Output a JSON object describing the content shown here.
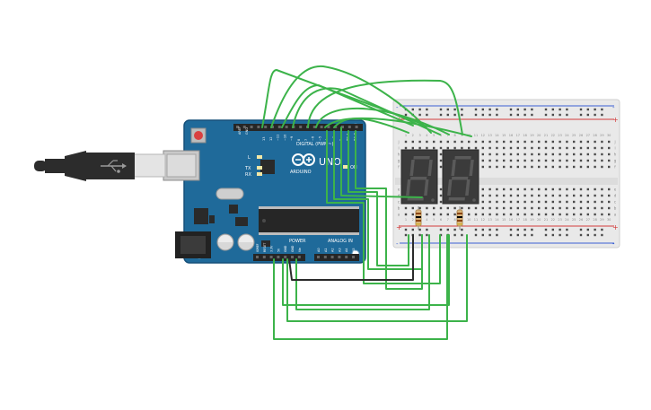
{
  "arduino": {
    "brand": "ARDUINO",
    "model": "UNO",
    "on_label": "ON",
    "digital_label": "DIGITAL (PWM~)",
    "analog_label": "ANALOG IN",
    "power_label": "POWER",
    "tx_label": "TX",
    "rx_label": "RX",
    "l_label": "L",
    "aref_label": "AREF",
    "gnd_label": "GND",
    "digital_pins": [
      "13",
      "12",
      "~11",
      "~10",
      "~9",
      "8",
      "7",
      "~6",
      "~5",
      "4",
      "~3",
      "2",
      "TX▸1",
      "RX◂0"
    ],
    "analog_pins": [
      "A0",
      "A1",
      "A2",
      "A3",
      "A4",
      "A5"
    ],
    "power_pins": [
      "IOREF",
      "RESET",
      "3.3V",
      "5V",
      "GND",
      "GND",
      "Vin"
    ]
  },
  "breadboard": {
    "columns": [
      "1",
      "2",
      "3",
      "4",
      "5",
      "6",
      "7",
      "8",
      "9",
      "10",
      "11",
      "12",
      "13",
      "14",
      "15",
      "16",
      "17",
      "18",
      "19",
      "20",
      "21",
      "22",
      "23",
      "24",
      "25",
      "26",
      "27",
      "28",
      "29",
      "30"
    ],
    "rows_top": [
      "j",
      "i",
      "h",
      "g",
      "f"
    ],
    "rows_bottom": [
      "e",
      "d",
      "c",
      "b",
      "a"
    ],
    "rail_plus": "+",
    "rail_minus": "-"
  },
  "colors": {
    "wire_green": "#3cb34a",
    "wire_black": "#2b2b2b",
    "board_blue": "#1f6a9a",
    "rail_red": "#d33a3a",
    "rail_blue": "#3a5fd3"
  }
}
